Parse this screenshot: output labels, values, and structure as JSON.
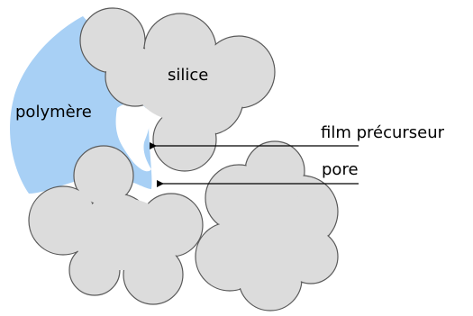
{
  "labels": {
    "silica": "silice",
    "polymer": "polymère",
    "precursor_film": "film précurseur",
    "pore": "pore"
  },
  "colors": {
    "polymer": "#a8d0f5",
    "silica_fill": "#dcdcdc",
    "silica_stroke": "#5a5a5a",
    "text": "#000000",
    "arrow": "#000000"
  }
}
